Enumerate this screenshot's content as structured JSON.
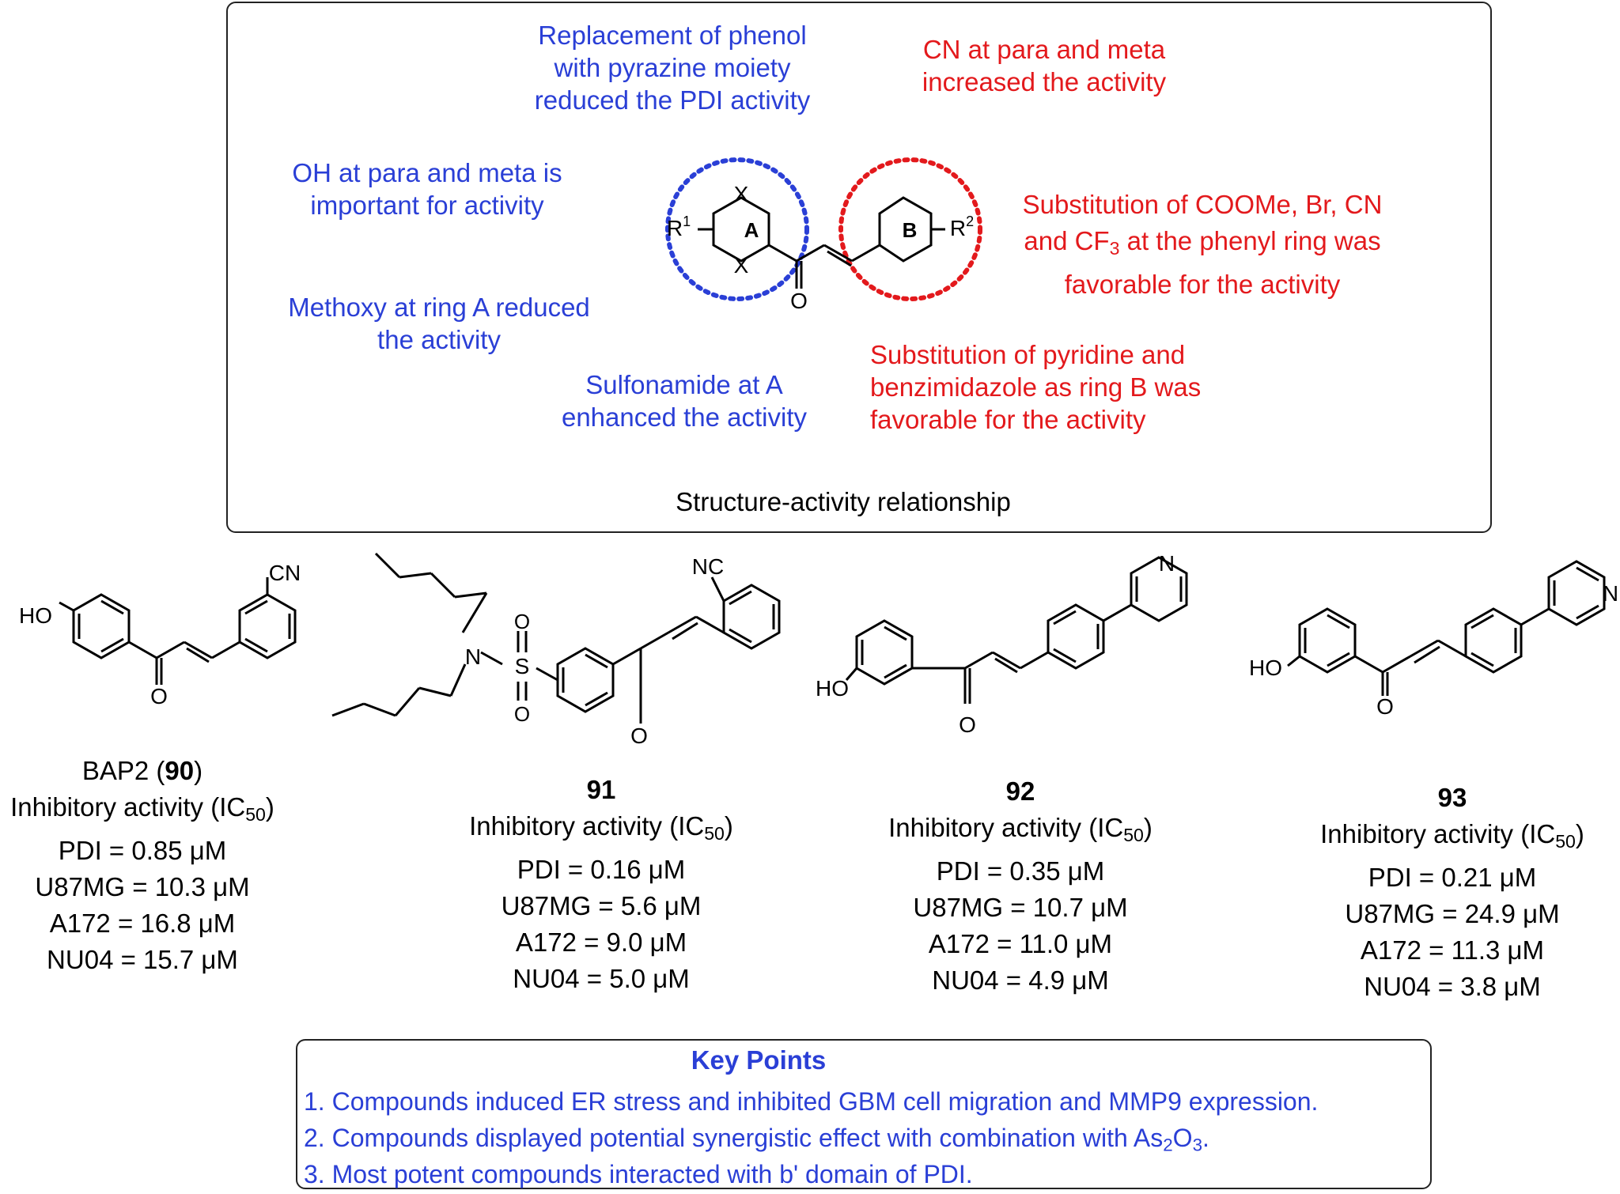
{
  "colors": {
    "blue": "#2a3fd6",
    "red": "#e3191c",
    "text": "#000000"
  },
  "sar": {
    "caption": "Structure-activity relationship",
    "notes_blue": {
      "pyrazine": "Replacement of phenol\nwith pyrazine moiety\nreduced the PDI activity",
      "oh": "OH at para and meta is\nimportant for activity",
      "methoxy": "Methoxy at ring A reduced\nthe activity",
      "sulfonamide": "Sulfonamide at A\nenhanced the activity"
    },
    "notes_red": {
      "cn": "CN at para and meta\nincreased the activity",
      "substitution_pre": "Substitution of COOMe, Br, CN\nand CF",
      "substitution_sub": "3",
      "substitution_post": " at the phenyl ring was\nfavorable for the activity",
      "pyridine": "Substitution of pyridine and\nbenzimidazole as ring B was\nfavorable for the activity"
    },
    "scaffold_labels": {
      "ring_a": "A",
      "ring_b": "B",
      "r1": "R",
      "r1_sup": "1",
      "r2": "R",
      "r2_sup": "2",
      "x": "X",
      "o": "O"
    }
  },
  "compounds": [
    {
      "name_pre": "BAP2 (",
      "name_bold": "90",
      "name_post": ")",
      "activity_pre": "Inhibitory activity (IC",
      "activity_sub": "50",
      "activity_post": ")",
      "values": [
        "PDI = 0.85 μM",
        "U87MG = 10.3 μM",
        "A172 = 16.8 μM",
        "NU04 = 15.7 μM"
      ],
      "atoms": {
        "ho": "HO",
        "cn": "CN",
        "o": "O"
      }
    },
    {
      "name_pre": "",
      "name_bold": "91",
      "name_post": "",
      "activity_pre": "Inhibitory activity (IC",
      "activity_sub": "50",
      "activity_post": ")",
      "values": [
        "PDI = 0.16 μM",
        "U87MG = 5.6 μM",
        "A172 = 9.0 μM",
        "NU04 = 5.0 μM"
      ],
      "atoms": {
        "nc": "NC",
        "n": "N",
        "s": "S",
        "o": "O"
      }
    },
    {
      "name_pre": "",
      "name_bold": "92",
      "name_post": "",
      "activity_pre": "Inhibitory activity (IC",
      "activity_sub": "50",
      "activity_post": ")",
      "values": [
        "PDI = 0.35 μM",
        "U87MG = 10.7 μM",
        "A172 = 11.0 μM",
        "NU04 = 4.9 μM"
      ],
      "atoms": {
        "ho": "HO",
        "n": "N",
        "o": "O"
      }
    },
    {
      "name_pre": "",
      "name_bold": "93",
      "name_post": "",
      "activity_pre": "Inhibitory activity (IC",
      "activity_sub": "50",
      "activity_post": ")",
      "values": [
        "PDI = 0.21 μM",
        "U87MG = 24.9 μM",
        "A172 = 11.3 μM",
        "NU04 = 3.8 μM"
      ],
      "atoms": {
        "ho": "HO",
        "n": "N",
        "o": "O"
      }
    }
  ],
  "key_points": {
    "title": "Key Points",
    "item1": "1. Compounds induced ER stress and inhibited GBM cell migration and MMP9 expression.",
    "item2_pre": "2. Compounds displayed potential synergistic effect with combination with As",
    "item2_sub1": "2",
    "item2_mid": "O",
    "item2_sub2": "3",
    "item2_post": ".",
    "item3": "3. Most potent compounds interacted with b' domain of PDI."
  }
}
